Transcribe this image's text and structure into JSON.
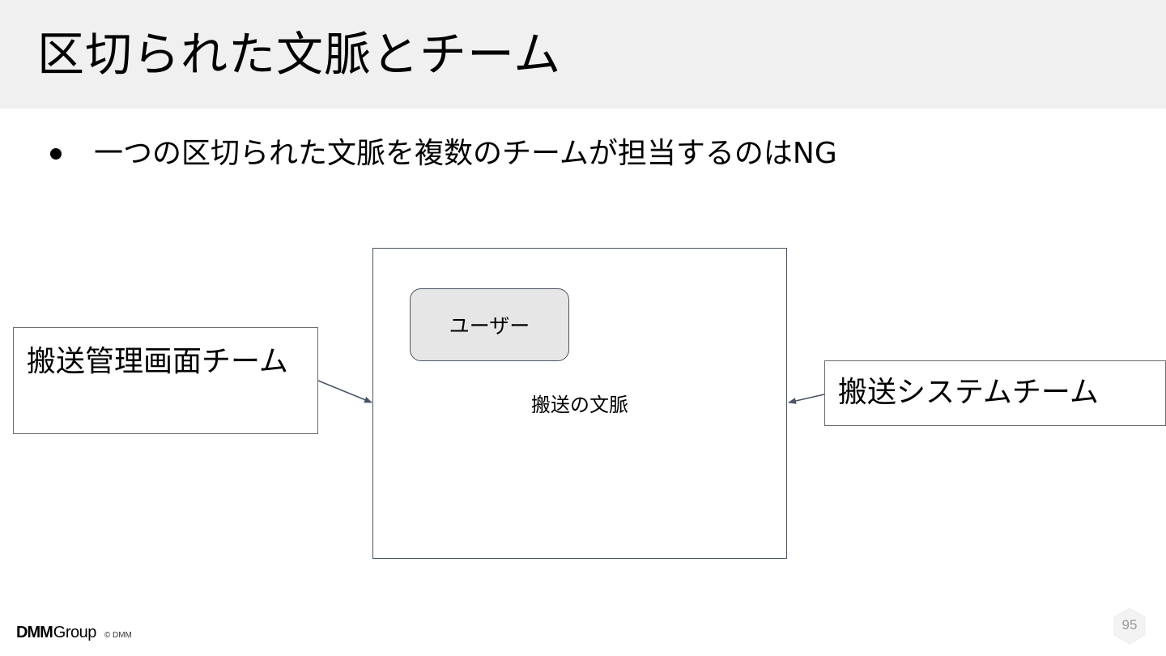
{
  "slide": {
    "title": "区切られた文脈とチーム",
    "bullets": [
      "一つの区切られた文脈を複数のチームが担当するのはNG"
    ]
  },
  "diagram": {
    "context": {
      "label": "搬送の文脈",
      "entity": "ユーザー"
    },
    "teams": [
      {
        "label": "搬送管理画面チーム"
      },
      {
        "label": "搬送システムチーム"
      }
    ],
    "colors": {
      "header_bg": "#f0f0f0",
      "box_border": "#4a5563",
      "entity_fill": "#e6e6e6"
    }
  },
  "footer": {
    "logo_dmm": "DMM",
    "logo_group": "Group",
    "copyright": "© DMM",
    "page_number": "95"
  }
}
